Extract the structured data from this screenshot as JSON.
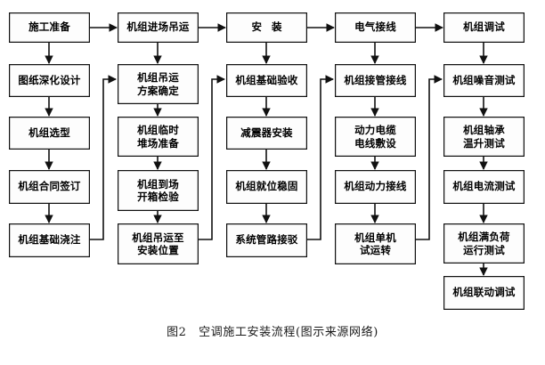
{
  "figure": {
    "caption": "图2　空调施工安装流程(图示来源网络)",
    "caption_label": "图2",
    "caption_title": "空调施工安装流程(图示来源网络)"
  },
  "diagram": {
    "type": "flowchart",
    "orientation": "left-to-right header row with top-to-bottom columns",
    "columns": [
      {
        "id": "col1",
        "header": "施工准备",
        "steps": [
          "图纸深化设计",
          "机组选型",
          "机组合同签订",
          "机组基础浇注"
        ]
      },
      {
        "id": "col2",
        "header": "机组进场吊运",
        "steps": [
          "机组吊运\n方案确定",
          "机组临时\n堆场准备",
          "机组到场\n开箱检验",
          "机组吊运至\n安装位置"
        ]
      },
      {
        "id": "col3",
        "header": "安 装",
        "steps": [
          "机组基础验收",
          "减震器安装",
          "机组就位稳固",
          "系统管路接驳"
        ]
      },
      {
        "id": "col4",
        "header": "电气接线",
        "steps": [
          "机组接管接线",
          "动力电缆\n电线敷设",
          "机组动力接线",
          "机组单机\n试运转"
        ]
      },
      {
        "id": "col5",
        "header": "机组调试",
        "steps": [
          "机组噪音测试",
          "机组轴承\n温升测试",
          "机组电流测试",
          "机组满负荷\n运行测试",
          "机组联动调试"
        ]
      }
    ],
    "connectors": {
      "header_chain": "施工准备 → 机组进场吊运 → 安 装 → 电气接线 → 机组调试",
      "feedback_loops": [
        "机组基础浇注 → 机组吊运方案确定",
        "机组吊运至安装位置 → 机组基础验收",
        "系统管路接驳 → 机组接管接线",
        "机组单机试运转 → 机组噪音测试"
      ]
    }
  },
  "style": {
    "line_color": "#111111",
    "box_fill": "#fdfdfd",
    "text_color": "#000000",
    "page_background": "#ffffff"
  }
}
